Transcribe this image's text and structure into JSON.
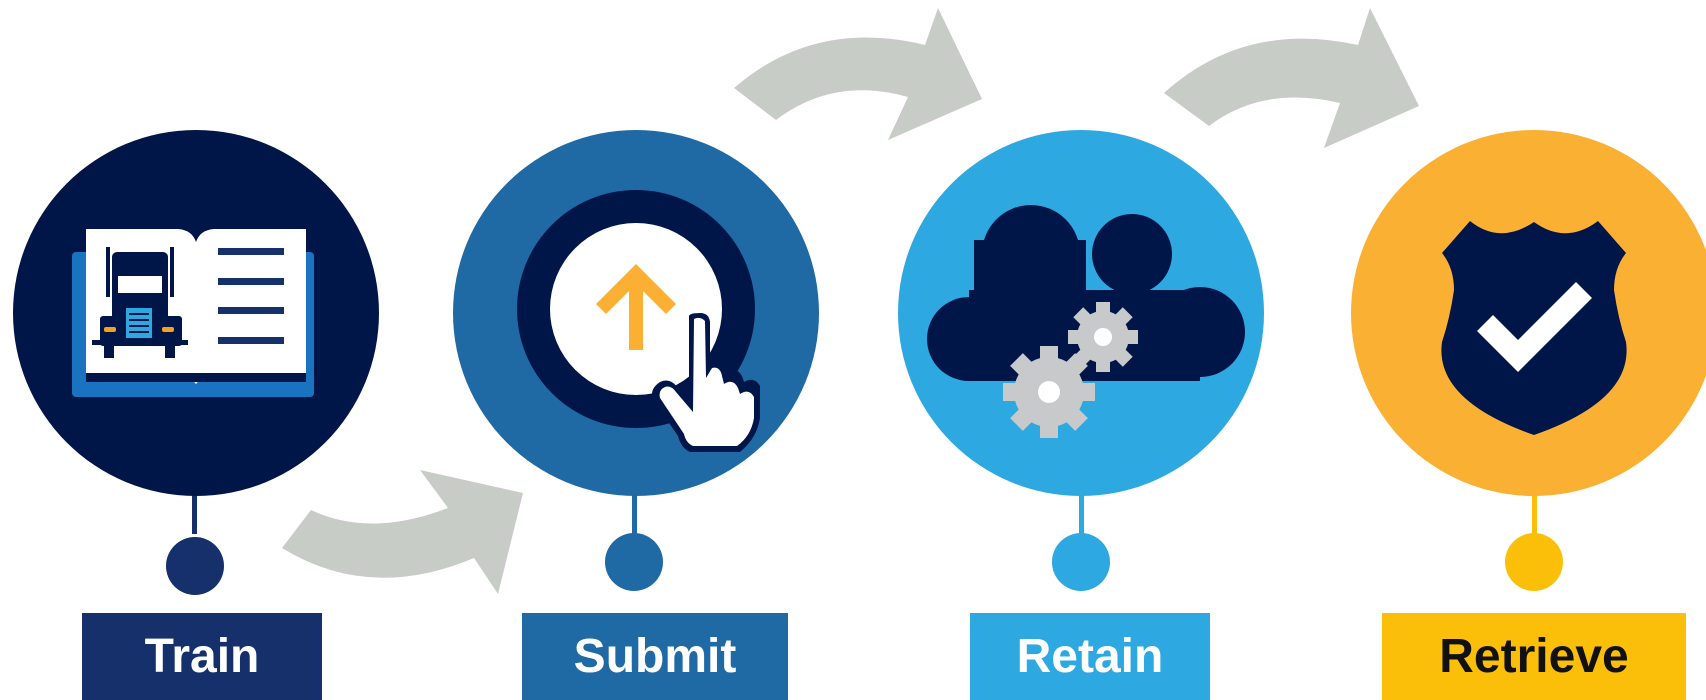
{
  "steps": [
    {
      "label": "Train",
      "color": "#15306a",
      "text_color": "#ffffff",
      "icon": "truck-manual-book-icon"
    },
    {
      "label": "Submit",
      "color": "#1f6aa5",
      "text_color": "#ffffff",
      "icon": "upload-click-icon"
    },
    {
      "label": "Retain",
      "color": "#2ea8e0",
      "text_color": "#ffffff",
      "icon": "cloud-gears-icon"
    },
    {
      "label": "Retrieve",
      "color": "#fbbf0a",
      "text_color": "#111111",
      "icon": "shield-check-icon"
    }
  ],
  "colors": {
    "navy": "#001648",
    "arrow": "#c8ccc7",
    "orange": "#fbb034",
    "gear": "#c7c9cb"
  }
}
